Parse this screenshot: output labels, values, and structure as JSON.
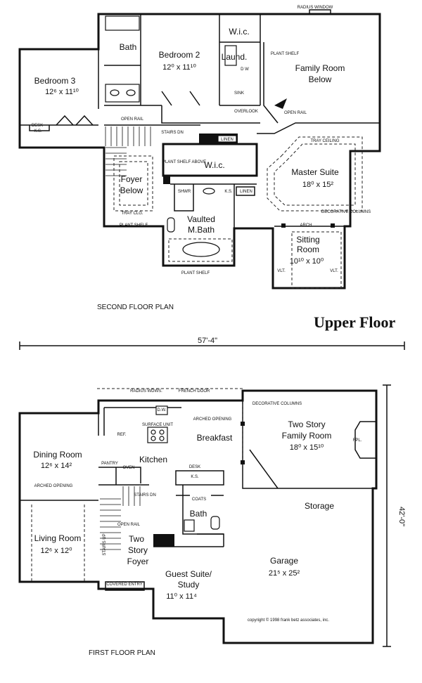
{
  "title": "Upper Floor",
  "second_floor": {
    "caption": "SECOND FLOOR PLAN",
    "rooms": {
      "bedroom3": {
        "name": "Bedroom 3",
        "size": "12⁶ x 11¹⁰"
      },
      "bath": {
        "name": "Bath"
      },
      "bedroom2": {
        "name": "Bedroom 2",
        "size": "12⁰ x 11¹⁰"
      },
      "wic_top": {
        "name": "W.i.c."
      },
      "laund": {
        "name": "Laund."
      },
      "family_below": {
        "name": "Family Room",
        "sub": "Below"
      },
      "foyer_below": {
        "name": "Foyer",
        "sub": "Below"
      },
      "wic_mid": {
        "name": "W.i.c."
      },
      "master": {
        "name": "Master Suite",
        "size": "18⁰ x 15²"
      },
      "mbath": {
        "name": "Vaulted",
        "sub": "M.Bath"
      },
      "sitting": {
        "name": "Sitting",
        "sub": "Room",
        "size": "10¹⁰ x 10⁰"
      }
    },
    "notes": {
      "radius_window": "RADIUS WINDOW",
      "plant_shelf_top": "PLANT SHELF",
      "dw": "D W",
      "sink": "SINK",
      "overlook": "OVERLOOK",
      "open_rail_right": "OPEN RAIL",
      "open_rail_left": "OPEN RAIL",
      "desk": "DESK",
      "ks_left": "K.S.",
      "stairs_dn": "STAIRS DN",
      "linen_top": "LINEN",
      "tray_ceiling": "TRAY CEILING",
      "plant_shelf_above": "PLANT SHELF ABOVE",
      "shwr": "SHWR",
      "ks_mid": "K.S.",
      "linen_mid": "LINEN",
      "tray_clg": "TRAY CLG.",
      "plant_shelf_low": "PLANT SHELF",
      "decorative_columns": "DECORATIVE COLUMNS",
      "arch": "ARCH",
      "vlt_left": "VLT.",
      "vlt_right": "VLT.",
      "plant_shelf_bath": "PLANT SHELF"
    }
  },
  "first_floor": {
    "caption": "FIRST FLOOR PLAN",
    "overall_width": "57'-4\"",
    "overall_depth": "42'-0\"",
    "rooms": {
      "dining": {
        "name": "Dining Room",
        "size": "12⁶ x 14²"
      },
      "living": {
        "name": "Living Room",
        "size": "12⁶ x 12⁰"
      },
      "kitchen": {
        "name": "Kitchen"
      },
      "breakfast": {
        "name": "Breakfast"
      },
      "family": {
        "name": "Two Story",
        "sub": "Family Room",
        "size": "18⁰ x 15¹⁰"
      },
      "foyer": {
        "name": "Two",
        "sub": "Story",
        "sub2": "Foyer"
      },
      "bath": {
        "name": "Bath"
      },
      "guest": {
        "name": "Guest Suite/",
        "sub": "Study",
        "size": "11⁰ x 11⁴"
      },
      "storage": {
        "name": "Storage"
      },
      "garage": {
        "name": "Garage",
        "size": "21⁵ x 25²"
      }
    },
    "notes": {
      "radius_wdws": "RADIUS WDWS.",
      "french_door": "FRENCH DOOR",
      "decorative_columns": "DECORATIVE COLUMNS",
      "ref": "REF.",
      "surface_unit": "SURFACE UNIT",
      "dw": "D.W.",
      "arched_opening_top": "ARCHED OPENING",
      "fpl": "FPL.",
      "pantry": "PANTRY",
      "oven": "OVEN",
      "desk": "DESK",
      "ks": "K.S.",
      "arched_opening_left": "ARCHED OPENING",
      "stairs_dn": "STAIRS DN",
      "coats": "COATS",
      "open_rail": "OPEN RAIL",
      "stairs_up": "STAIRS UP",
      "covered_entry": "COVERED ENTRY",
      "copyright": "copyright © 1998 frank betz associates, inc."
    }
  }
}
